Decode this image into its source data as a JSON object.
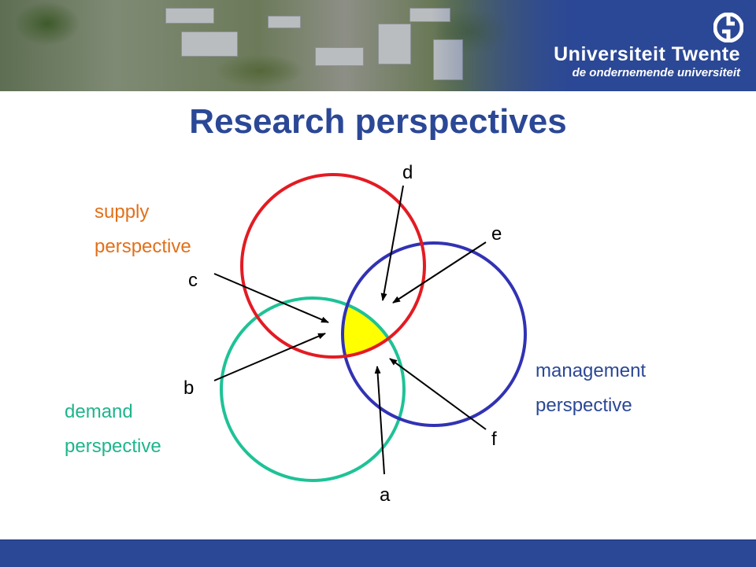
{
  "slide": {
    "title": "Research perspectives"
  },
  "brand": {
    "name": "Universiteit Twente",
    "tagline": "de ondernemende universiteit",
    "primary_color": "#2b4896"
  },
  "perspectives": {
    "supply": {
      "line1": "supply",
      "line2": "perspective",
      "color": "#e2701a"
    },
    "demand": {
      "line1": "demand",
      "line2": "perspective",
      "color": "#1eb58c"
    },
    "management": {
      "line1": "management",
      "line2": "perspective",
      "color": "#2b4896"
    }
  },
  "circles": {
    "supply": "#e31b23",
    "demand": "#1ec296",
    "management": "#3232b4",
    "intersection_fill": "#ffff00"
  },
  "pointers": {
    "a": "a",
    "b": "b",
    "c": "c",
    "d": "d",
    "e": "e",
    "f": "f"
  }
}
